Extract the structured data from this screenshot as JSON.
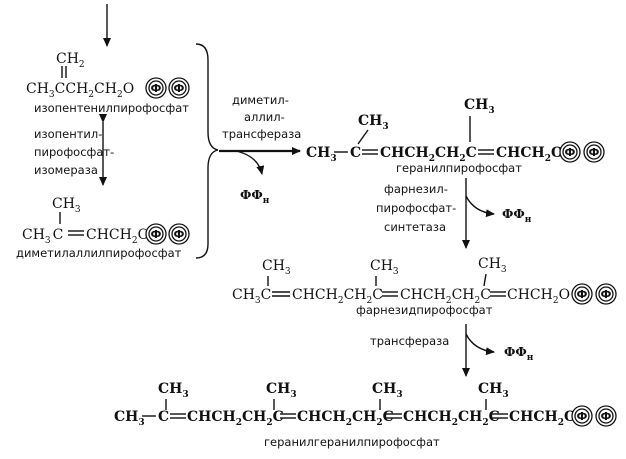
{
  "compounds": {
    "ipp": {
      "ch2_top": "CH",
      "ch2_sub": "2",
      "chain_a": "CH",
      "chain_a_sub": "3",
      "chain_b": "CCH",
      "chain_b_sub": "2",
      "chain_c": "CH",
      "chain_c_sub": "2",
      "chain_d": "O",
      "name": "изопентенилпирофосфат"
    },
    "dmapp": {
      "me_top": "CH",
      "me_sub": "3",
      "chain_a": "CH",
      "chain_a_sub": "3",
      "chain_b": "C",
      "chain_c": "CHCH",
      "chain_c_sub": "2",
      "chain_d": "O",
      "name": "диметилаллилпирофосфат"
    },
    "gpp": {
      "me1": "CH",
      "me1_sub": "3",
      "me2": "CH",
      "me2_sub": "3",
      "chain_a": "CH",
      "chain_a_sub": "3",
      "chain_b": "C",
      "chain_c": "CHCH",
      "chain_c_sub": "2",
      "chain_d": "CH",
      "chain_d_sub": "2",
      "chain_e": "C",
      "chain_f": "CHCH",
      "chain_f_sub": "2",
      "chain_g": "O",
      "name": "геранилпирофосфат"
    },
    "fpp": {
      "me1": "CH",
      "me1_sub": "3",
      "me2": "CH",
      "me2_sub": "3",
      "me3": "CH",
      "me3_sub": "3",
      "chain_a": "CH",
      "chain_a_sub": "3",
      "chain_b": "C",
      "chain_c": "CHCH",
      "chain_c_sub": "2",
      "chain_d": "CH",
      "chain_d_sub": "2",
      "chain_e": "C",
      "chain_f": "CHCH",
      "chain_f_sub": "2",
      "chain_g": "CH",
      "chain_g_sub": "2",
      "chain_h": "C",
      "chain_i": "CHCH",
      "chain_i_sub": "2",
      "chain_j": "O",
      "name": "фарнезидпирофосфат"
    },
    "ggpp": {
      "me1": "CH",
      "me1_sub": "3",
      "me2": "CH",
      "me2_sub": "3",
      "me3": "CH",
      "me3_sub": "3",
      "me4": "CH",
      "me4_sub": "3",
      "chain_a": "CH",
      "chain_a_sub": "3",
      "chain_b": "C",
      "chain_c": "CHCH",
      "chain_c_sub": "2",
      "chain_d": "CH",
      "chain_d_sub": "2",
      "chain_e": "C",
      "chain_f": "CHCH",
      "chain_f_sub": "2",
      "chain_g": "CH",
      "chain_g_sub": "2",
      "chain_h": "C",
      "chain_i": "CHCH",
      "chain_i_sub": "2",
      "chain_j": "CH",
      "chain_j_sub": "2",
      "chain_k": "C",
      "chain_l": "CHCH",
      "chain_l_sub": "2",
      "chain_m": "O",
      "name": "геранилгеранилпирофосфат"
    }
  },
  "phosphate_symbol": "Ф",
  "enzymes": {
    "isomerase": [
      "изопентил-",
      "пирофосфат-",
      "изомераза"
    ],
    "dmat": [
      "диметил-",
      "аллил-",
      "трансфераза"
    ],
    "farnesyl_synthase": [
      "фарнезил-",
      "пирофосфат-",
      "синтетаза"
    ],
    "transferase": "трансфераза"
  },
  "byproduct": {
    "main": "ФФ",
    "sub": "н"
  }
}
